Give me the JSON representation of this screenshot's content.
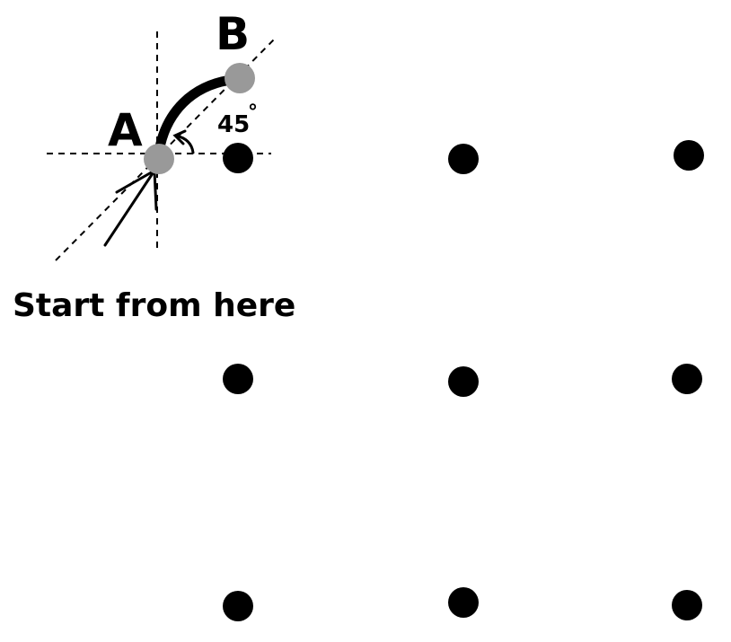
{
  "diagram": {
    "point_a_label": "A",
    "point_b_label": "B",
    "angle_label": "45",
    "degree_symbol": "°",
    "caption": "Start from here"
  },
  "colors": {
    "dot": "#000000",
    "marker": "#999999",
    "arc": "#000000",
    "background": "#ffffff"
  }
}
